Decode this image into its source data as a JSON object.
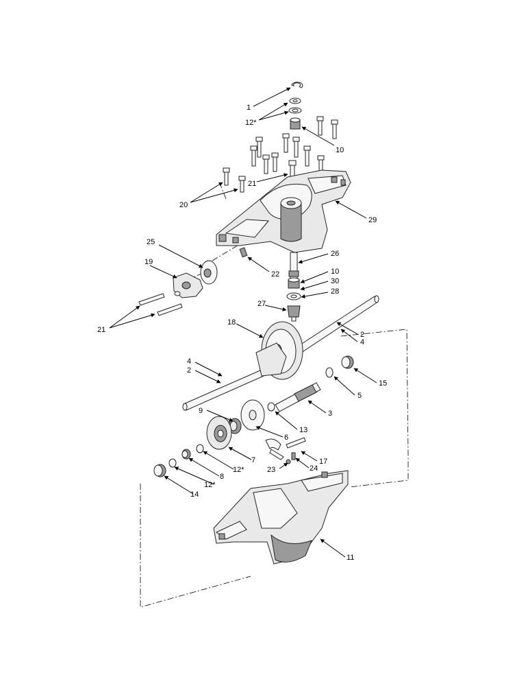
{
  "diagram": {
    "callouts": {
      "c1": "1",
      "c12a": "12*",
      "c10a": "10",
      "c21a": "21",
      "c20": "20",
      "c29": "29",
      "c25": "25",
      "c19": "19",
      "c22": "22",
      "c26": "26",
      "c10b": "10",
      "c30": "30",
      "c28": "28",
      "c27": "27",
      "c21b": "21",
      "c18": "18",
      "c2a": "2",
      "c4a": "4",
      "c4b": "4",
      "c2b": "2",
      "c15": "15",
      "c5": "5",
      "c3": "3",
      "c9": "9",
      "c13": "13",
      "c6": "6",
      "c7": "7",
      "c12b": "12*",
      "c17": "17",
      "c23": "23",
      "c24": "24",
      "c8": "8",
      "c12c": "12*",
      "c14": "14",
      "c11": "11"
    }
  }
}
